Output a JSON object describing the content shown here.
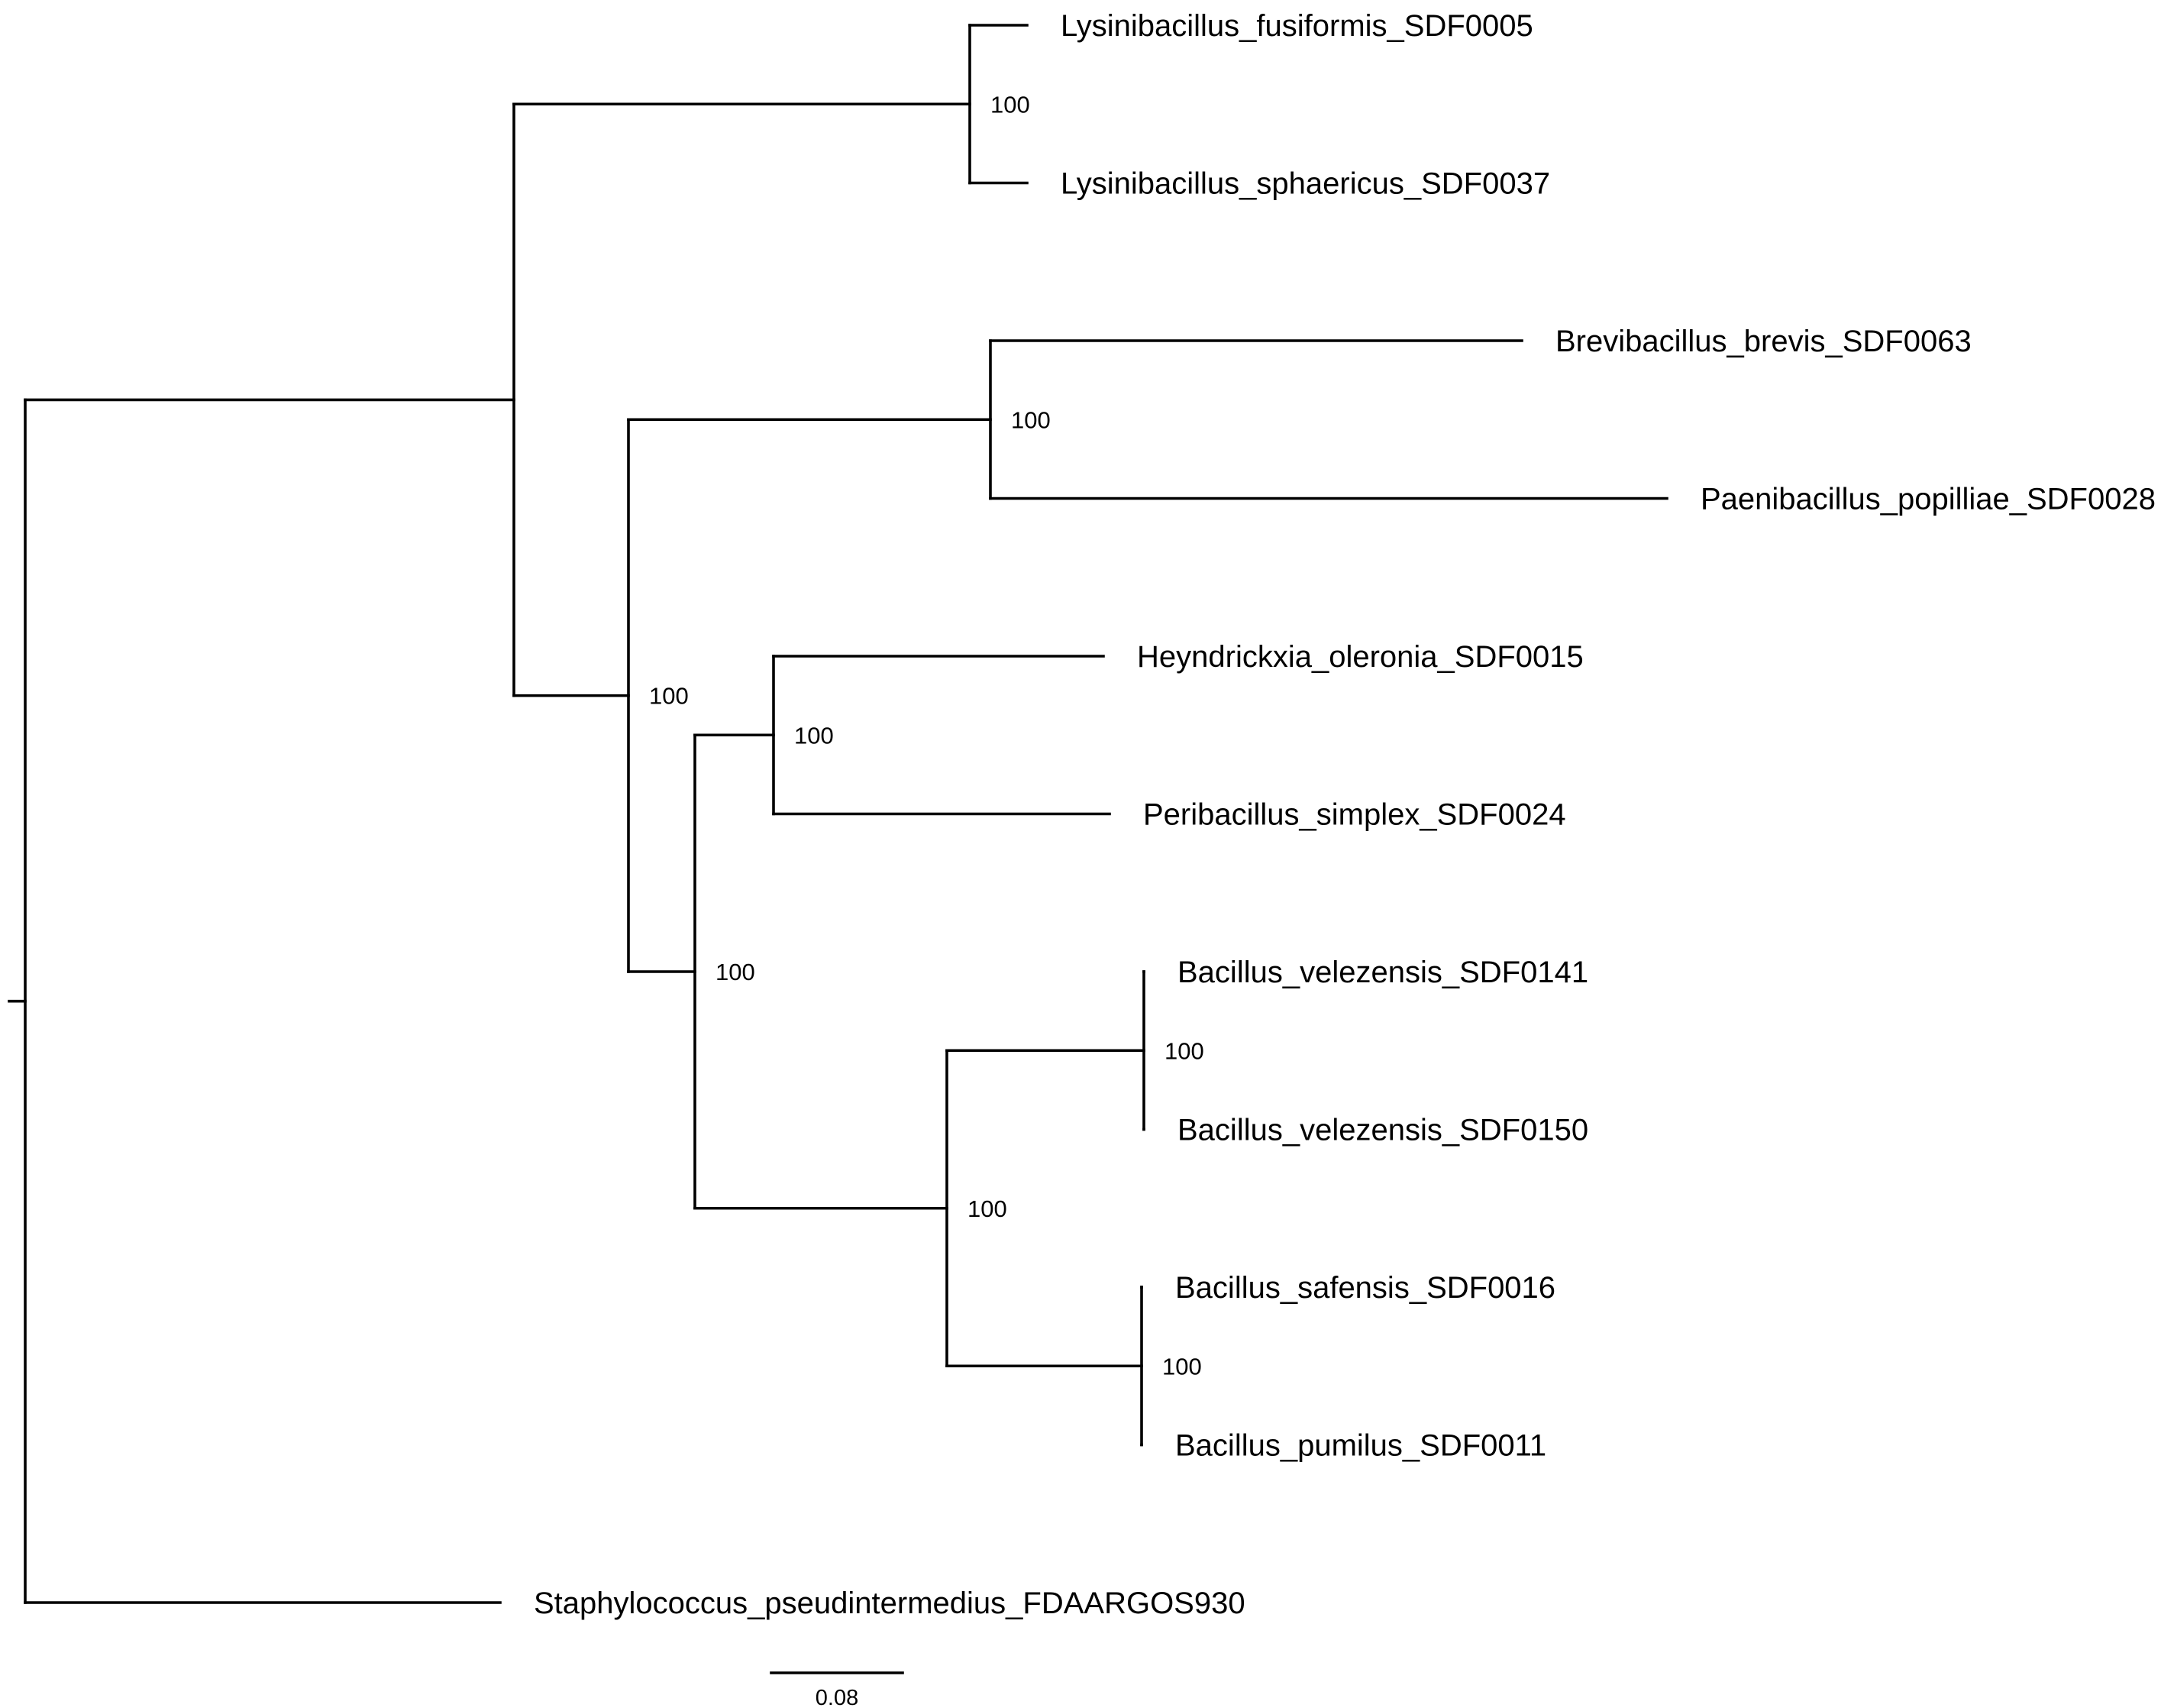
{
  "tree": {
    "leaves": [
      {
        "id": "L1",
        "name": "Lysinibacillus_fusiformis_SDF0005"
      },
      {
        "id": "L2",
        "name": "Lysinibacillus_sphaericus_SDF0037"
      },
      {
        "id": "L3",
        "name": "Brevibacillus_brevis_SDF0063"
      },
      {
        "id": "L4",
        "name": "Paenibacillus_popilliae_SDF0028"
      },
      {
        "id": "L5",
        "name": "Heyndrickxia_oleronia_SDF0015"
      },
      {
        "id": "L6",
        "name": "Peribacillus_simplex_SDF0024"
      },
      {
        "id": "L7",
        "name": "Bacillus_velezensis_SDF0141"
      },
      {
        "id": "L8",
        "name": "Bacillus_velezensis_SDF0150"
      },
      {
        "id": "L9",
        "name": "Bacillus_safensis_SDF0016"
      },
      {
        "id": "L10",
        "name": "Bacillus_pumilus_SDF0011"
      },
      {
        "id": "L11",
        "name": "Staphylococcus_pseudintermedius_FDAARGOS930"
      }
    ],
    "clades": [
      {
        "id": "C_lysini",
        "members": [
          "L1",
          "L2"
        ],
        "support": "100"
      },
      {
        "id": "C_brevi_paeni",
        "members": [
          "L3",
          "L4"
        ],
        "support": "100"
      },
      {
        "id": "C_hey_peri",
        "members": [
          "L5",
          "L6"
        ],
        "support": "100"
      },
      {
        "id": "C_velezensis",
        "members": [
          "L7",
          "L8"
        ],
        "support": "100"
      },
      {
        "id": "C_saf_pum",
        "members": [
          "L9",
          "L10"
        ],
        "support": "100"
      },
      {
        "id": "C_bacillus",
        "members": [
          "L7",
          "L8",
          "L9",
          "L10"
        ],
        "support": "100"
      },
      {
        "id": "C_core",
        "members": [
          "L5",
          "L6",
          "L7",
          "L8",
          "L9",
          "L10"
        ],
        "support": "100"
      },
      {
        "id": "C_big",
        "members": [
          "L3",
          "L4",
          "L5",
          "L6",
          "L7",
          "L8",
          "L9",
          "L10"
        ],
        "support": "100"
      },
      {
        "id": "C_ingroup",
        "members": [
          "L1",
          "L2",
          "L3",
          "L4",
          "L5",
          "L6",
          "L7",
          "L8",
          "L9",
          "L10"
        ],
        "support": ""
      }
    ],
    "scale_bar": {
      "label": "0.08"
    }
  }
}
